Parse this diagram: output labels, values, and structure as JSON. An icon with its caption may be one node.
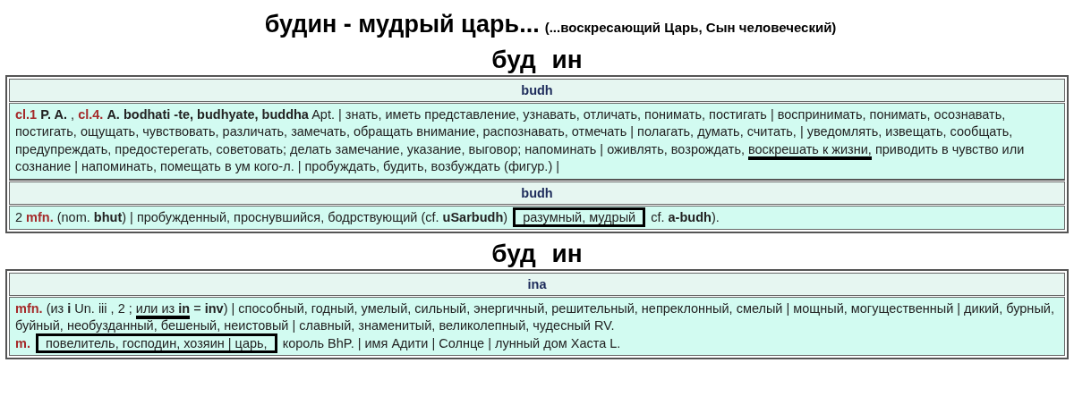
{
  "diagram": {
    "title": "будин - мудрый царь...",
    "labels": [
      "(...воскресающий Царь, Сын человеческий)",
      "буд ин",
      "budh",
      "**cl.1** **P. A.** , **cl.4.** **A.** **bodhati -te, budhyate, buddha** Apt. | знать, иметь представление, узнавать, отличать, понимать, постигать | воспринимать, понимать, осознавать, постигать, ощущать, чувствовать, различать, замечать, обращать внимание, распознавать, отмечать | полагать, думать, считать, | уведомлять, извещать, сообщать, предупреждать, предостерегать, советовать; делать замечание, указание, выговор; напоминать | оживлять, возрождать,",
      "воскрешать к жизни,",
      "приводить в чувство или сознание | напоминать, помещать в ум кого-л. | пробуждать, будить, возбуждать (фигур.) |",
      "budh",
      "2 **mfn.** (nom. **bhut**) | пробужденный, проснувшийся, бодрствующий (cf. **uSarbudh**)",
      "разумный, мудрый",
      "cf. **a-budh**).",
      "буд ин",
      "ina",
      "**mfn.** (из **i** Un. iii , 2 ;",
      "или из **in**",
      "= **inv**) | способный, годный, умелый, сильный, энергичный, решительный, непреклонный, смелый | мощный, могущественный | дикий, бурный, буйный, необузданный, бешеный, неистовый | славный, знаменитый, великолепный, чудесный RV.",
      "**m.**",
      "повелитель, господин, хозяин | царь,",
      "король BhP. | имя Адити | Солнце | лунный дом Хаста L."
    ]
  }
}
